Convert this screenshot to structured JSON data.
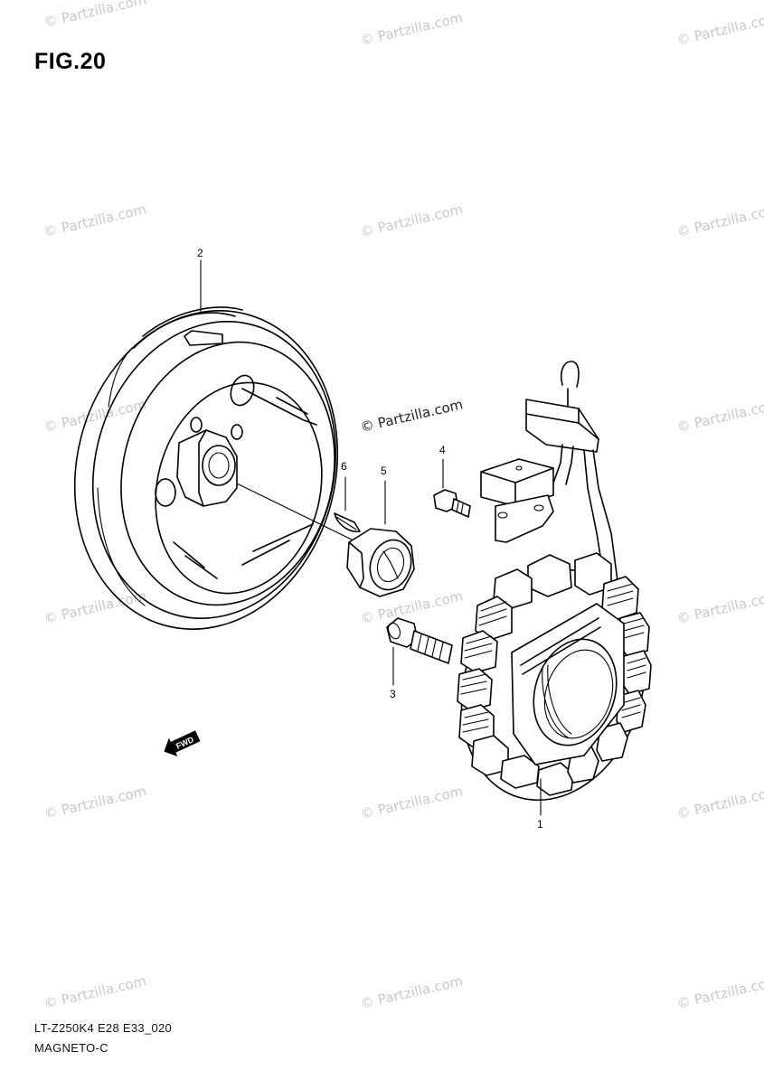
{
  "figure": {
    "title": "FIG.20"
  },
  "footer": {
    "code": "LT-Z250K4 E28 E33_020",
    "name": "MAGNETO-C"
  },
  "watermark": {
    "text": "© Partzilla.com",
    "color": "#c9c9c9"
  },
  "parts": [
    {
      "number": "1",
      "component": "stator"
    },
    {
      "number": "2",
      "component": "flywheel-rotor"
    },
    {
      "number": "3",
      "component": "stator-bolt"
    },
    {
      "number": "4",
      "component": "pickup-bolt"
    },
    {
      "number": "5",
      "component": "rotor-nut"
    },
    {
      "number": "6",
      "component": "woodruff-key"
    }
  ],
  "direction_arrow": {
    "label": "FWD",
    "icon": "fwd-arrow-icon"
  }
}
